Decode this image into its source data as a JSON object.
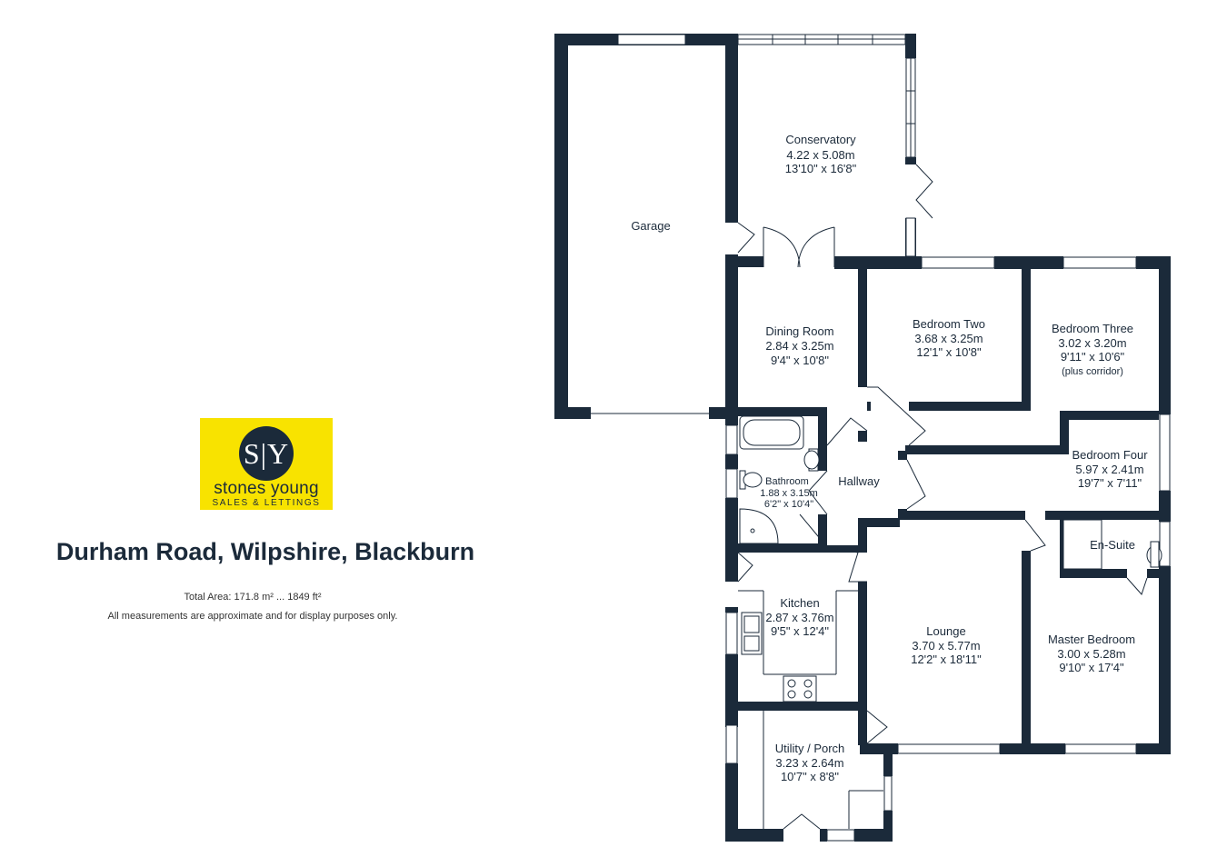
{
  "property": {
    "title": "Durham Road, Wilpshire, Blackburn",
    "total_area": "Total Area: 171.8 m² ... 1849 ft²",
    "disclaimer": "All measurements are approximate and for display purposes only."
  },
  "logo": {
    "monogram": "S|Y",
    "brand": "stones young",
    "tagline": "SALES & LETTINGS"
  },
  "colors": {
    "wall": "#1b2a3a",
    "logo_background": "#f8e300",
    "text": "#1b2a3a"
  },
  "rooms": {
    "garage": {
      "name": "Garage"
    },
    "conservatory": {
      "name": "Conservatory",
      "metric": "4.22 x 5.08m",
      "imperial": "13'10\" x 16'8\""
    },
    "dining": {
      "name": "Dining Room",
      "metric": "2.84 x 3.25m",
      "imperial": "9'4\" x 10'8\""
    },
    "bed2": {
      "name": "Bedroom Two",
      "metric": "3.68 x 3.25m",
      "imperial": "12'1\" x 10'8\""
    },
    "bed3": {
      "name": "Bedroom Three",
      "metric": "3.02 x 3.20m",
      "imperial": "9'11\" x 10'6\"",
      "note": "(plus corridor)"
    },
    "bed4": {
      "name": "Bedroom Four",
      "metric": "5.97 x 2.41m",
      "imperial": "19'7\" x 7'11\""
    },
    "bathroom": {
      "name": "Bathroom",
      "metric": "1.88 x 3.15m",
      "imperial": "6'2\" x 10'4\""
    },
    "hallway": {
      "name": "Hallway"
    },
    "ensuite": {
      "name": "En-Suite"
    },
    "kitchen": {
      "name": "Kitchen",
      "metric": "2.87 x 3.76m",
      "imperial": "9'5\" x 12'4\""
    },
    "lounge": {
      "name": "Lounge",
      "metric": "3.70 x 5.77m",
      "imperial": "12'2\" x 18'11\""
    },
    "master": {
      "name": "Master Bedroom",
      "metric": "3.00 x 5.28m",
      "imperial": "9'10\" x 17'4\""
    },
    "utility": {
      "name": "Utility / Porch",
      "metric": "3.23 x 2.64m",
      "imperial": "10'7\" x 8'8\""
    }
  }
}
